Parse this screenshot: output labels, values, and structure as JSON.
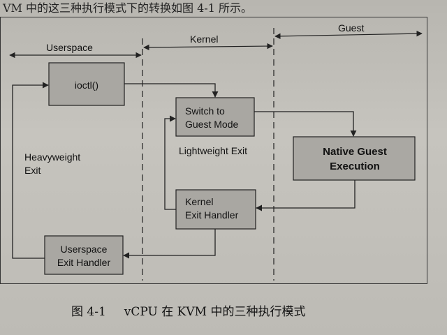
{
  "header_text": "VM 中的这三种执行模式下的转换如图 4-1 所示。",
  "regions": {
    "userspace": "Userspace",
    "kernel": "Kernel",
    "guest": "Guest"
  },
  "boxes": {
    "ioctl": "ioctl()",
    "switch_to_guest_line1": "Switch to",
    "switch_to_guest_line2": "Guest Mode",
    "native_guest_line1": "Native Guest",
    "native_guest_line2": "Execution",
    "kernel_exit_line1": "Kernel",
    "kernel_exit_line2": "Exit Handler",
    "userspace_exit_line1": "Userspace",
    "userspace_exit_line2": "Exit Handler"
  },
  "labels": {
    "heavyweight_line1": "Heavyweight",
    "heavyweight_line2": "Exit",
    "lightweight": "Lightweight Exit"
  },
  "caption": {
    "figure_number": "图 4-1",
    "text": "vCPU 在 KVM 中的三种执行模式"
  }
}
